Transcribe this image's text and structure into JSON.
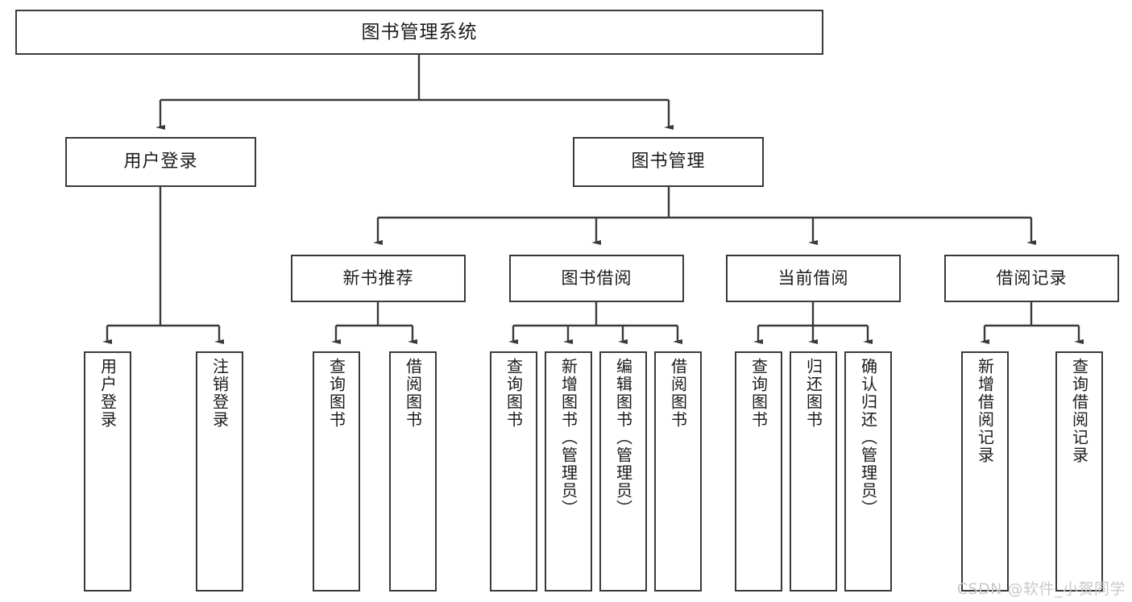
{
  "diagram": {
    "title": "图书管理系统",
    "watermark": "CSDN @软件_小贺同学",
    "colors": {
      "stroke": "#3a3a3a",
      "fill": "#ffffff",
      "text": "#1b1b1b",
      "watermark": "#c9c9c9",
      "background": "#ffffff"
    },
    "root": {
      "label": "图书管理系统"
    },
    "level2": [
      {
        "id": "user-login",
        "label": "用户登录"
      },
      {
        "id": "book-management",
        "label": "图书管理"
      }
    ],
    "level3": [
      {
        "id": "new-book-recommend",
        "label": "新书推荐"
      },
      {
        "id": "book-borrow",
        "label": "图书借阅"
      },
      {
        "id": "current-borrow",
        "label": "当前借阅"
      },
      {
        "id": "borrow-record",
        "label": "借阅记录"
      }
    ],
    "leaves": {
      "user_login": [
        {
          "id": "leaf-user-login",
          "label": "用户登录"
        },
        {
          "id": "leaf-logout-login",
          "label": "注销登录"
        }
      ],
      "new_book_recommend": [
        {
          "id": "leaf-query-book-1",
          "label": "查询图书"
        },
        {
          "id": "leaf-borrow-book-1",
          "label": "借阅图书"
        }
      ],
      "book_borrow": [
        {
          "id": "leaf-query-book-2",
          "label": "查询图书"
        },
        {
          "id": "leaf-add-book",
          "label": "新增图书（管理员）"
        },
        {
          "id": "leaf-edit-book",
          "label": "编辑图书（管理员）"
        },
        {
          "id": "leaf-borrow-book-2",
          "label": "借阅图书"
        }
      ],
      "current_borrow": [
        {
          "id": "leaf-query-book-3",
          "label": "查询图书"
        },
        {
          "id": "leaf-return-book",
          "label": "归还图书"
        },
        {
          "id": "leaf-confirm-return",
          "label": "确认归还（管理员）"
        }
      ],
      "borrow_record": [
        {
          "id": "leaf-add-record",
          "label": "新增借阅记录"
        },
        {
          "id": "leaf-query-record",
          "label": "查询借阅记录"
        }
      ]
    }
  }
}
